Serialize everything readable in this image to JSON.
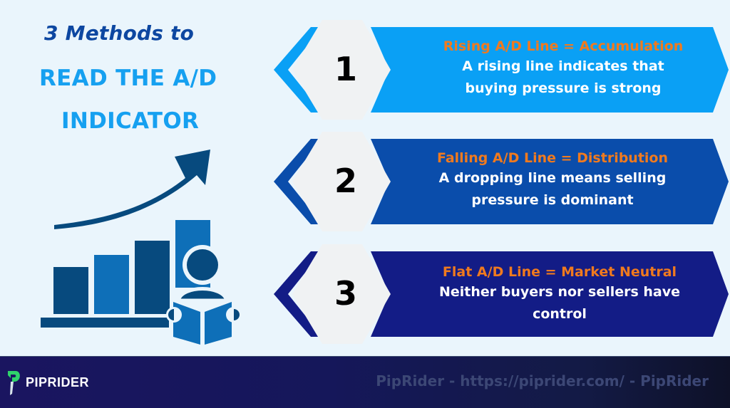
{
  "title": {
    "line1": "3 Methods to",
    "line2": "READ THE A/D",
    "line3": "INDICATOR"
  },
  "colors": {
    "background": "#eaf5fc",
    "title_dark": "#0d47a1",
    "title_light": "#16a0f0",
    "heading_orange": "#f07a1e",
    "row1": "#0aa0f5",
    "row2": "#0a4dab",
    "row3": "#131c86",
    "hexagon": "#f0f2f3",
    "footer": "#17165a"
  },
  "methods": [
    {
      "number": "1",
      "heading": "Rising A/D Line = Accumulation",
      "desc_line1": "A rising line indicates that",
      "desc_line2": "buying pressure is strong"
    },
    {
      "number": "2",
      "heading": "Falling A/D Line = Distribution",
      "desc_line1": "A dropping line means selling",
      "desc_line2": "pressure is dominant"
    },
    {
      "number": "3",
      "heading": "Flat A/D Line = Market Neutral",
      "desc_line1": "Neither buyers nor sellers have",
      "desc_line2": "control"
    }
  ],
  "illustration": {
    "icon": "rising-bar-chart-with-reader-icon"
  },
  "footer": {
    "logo_text": "PIPRIDER",
    "watermark": "PipRider - https://piprider.com/ - PipRider"
  }
}
